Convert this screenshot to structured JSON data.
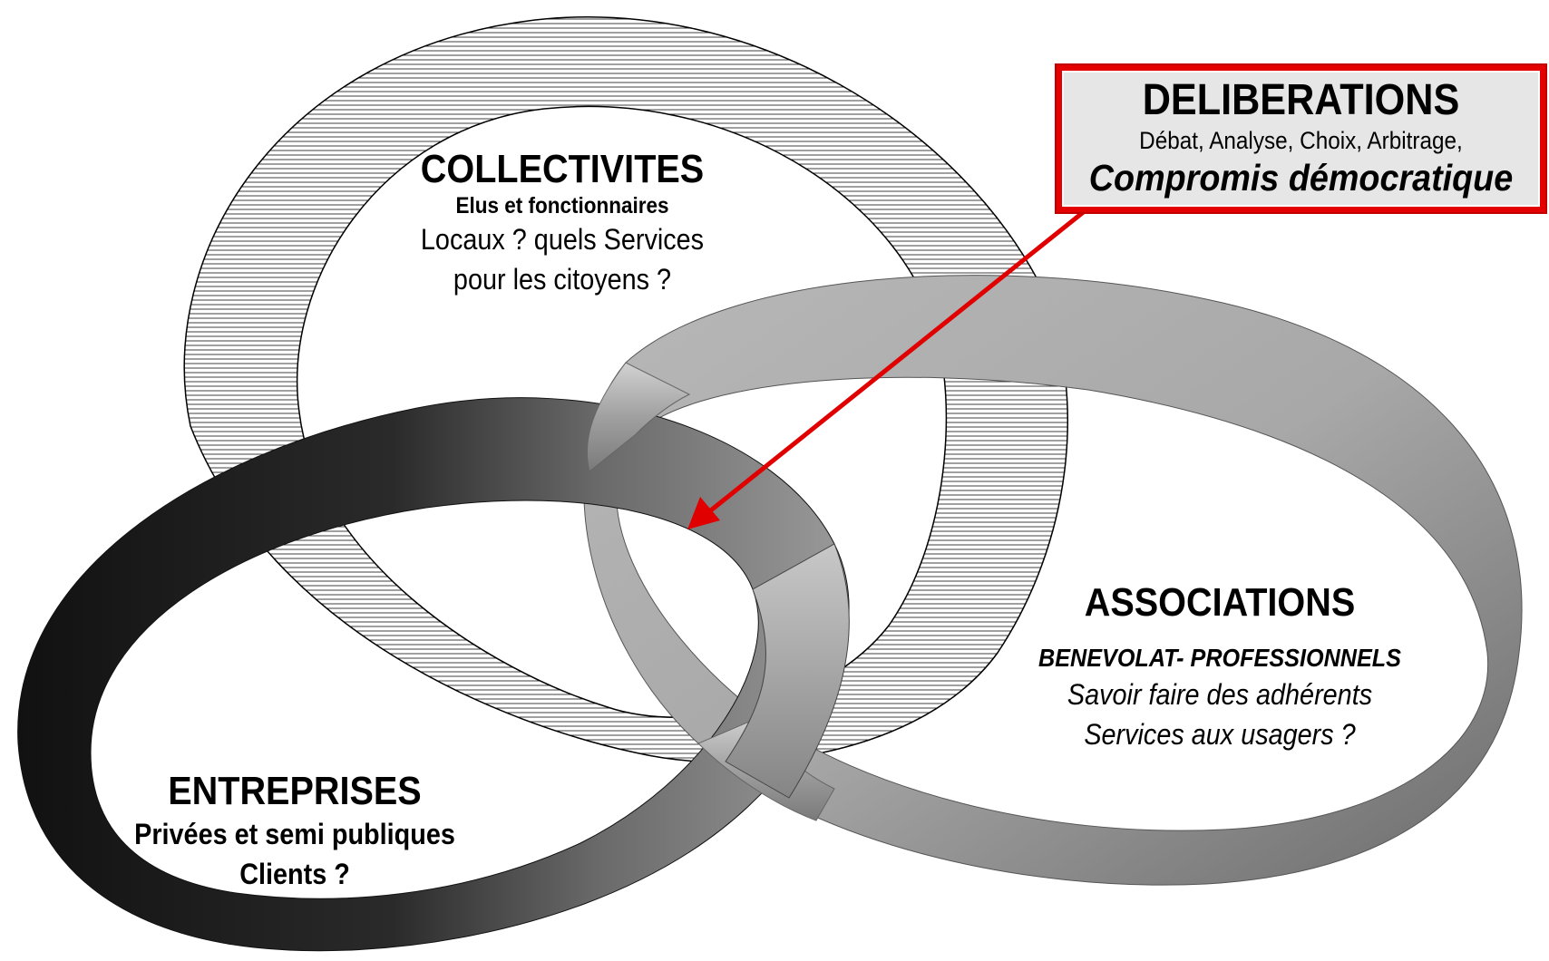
{
  "collectivites": {
    "title": "COLLECTIVITES",
    "subtitle": "Elus et fonctionnaires",
    "line1": "Locaux ?  quels Services",
    "line2": "pour les citoyens ?"
  },
  "associations": {
    "title": "ASSOCIATIONS",
    "subtitle": "BENEVOLAT- PROFESSIONNELS",
    "line1": "Savoir faire des adhérents",
    "line2": "Services aux usagers ?"
  },
  "entreprises": {
    "title": "ENTREPRISES",
    "line1": "Privées et semi publiques",
    "line2": "Clients ?"
  },
  "deliberations": {
    "title": "DELIBERATIONS",
    "subtitle": "Débat, Analyse, Choix, Arbitrage,",
    "emphasis": "Compromis démocratique"
  },
  "colors": {
    "arrow": "#e00000",
    "box_border": "#e00000",
    "box_fill": "#e6e6e6",
    "ring_dark": "#1a1a1a",
    "ring_grey": "#a6a6a6"
  }
}
